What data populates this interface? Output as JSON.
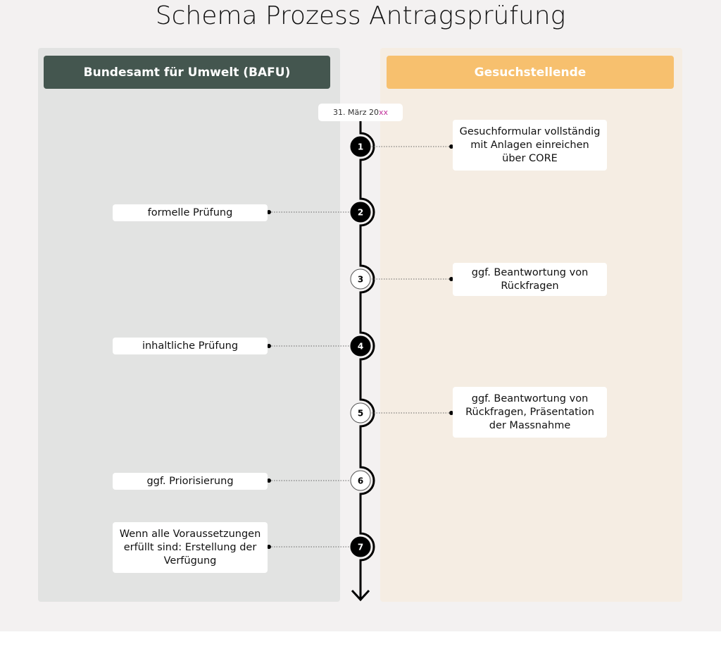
{
  "title": "Schema Prozess Antragsprüfung",
  "lanes": {
    "left": "Bundesamt für Umwelt (BAFU)",
    "right": "Gesuchstellende"
  },
  "date": {
    "prefix": "31. März 20",
    "suffix": "xx"
  },
  "steps": [
    {
      "n": "1",
      "side": "right",
      "filled": true,
      "text": "Gesuchformular vollständig mit Anlagen einreichen über CORE"
    },
    {
      "n": "2",
      "side": "left",
      "filled": true,
      "text": "formelle Prüfung"
    },
    {
      "n": "3",
      "side": "right",
      "filled": false,
      "text": "ggf. Beantwortung von Rückfragen"
    },
    {
      "n": "4",
      "side": "left",
      "filled": true,
      "text": "inhaltliche Prüfung"
    },
    {
      "n": "5",
      "side": "right",
      "filled": false,
      "text": "ggf. Beantwortung von Rückfragen, Präsentation der Massnahme"
    },
    {
      "n": "6",
      "side": "left",
      "filled": false,
      "text": "ggf. Priorisierung"
    },
    {
      "n": "7",
      "side": "left",
      "filled": true,
      "text": "Wenn alle Voraussetzungen erfüllt sind: Erstellung der Verfügung"
    }
  ],
  "colors": {
    "bafu": "#44564f",
    "applicant": "#f7c06e",
    "accent": "#c0309a"
  }
}
